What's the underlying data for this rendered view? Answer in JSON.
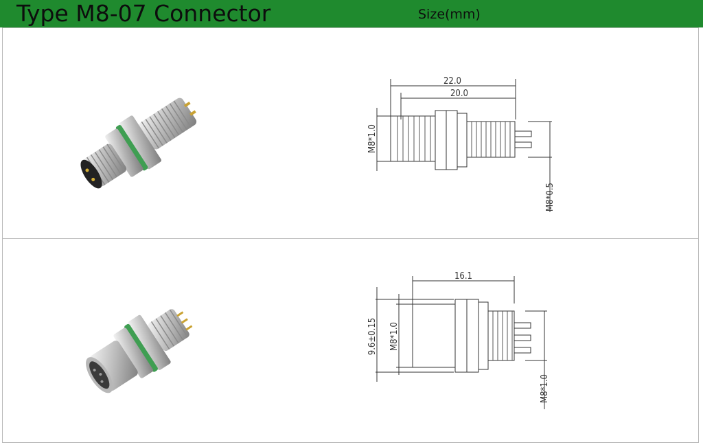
{
  "header": {
    "title": "Type M8-07 Connector",
    "size_label": "Size(mm)"
  },
  "colors": {
    "header_bg": "#1f8a2e",
    "seal_green": "#3f9e52",
    "metal": "#c7c7c7",
    "line": "#333333"
  },
  "male": {
    "photo_icon": "male-connector-photo",
    "dim_total_length": "22.0",
    "dim_thread_length": "20.0",
    "dim_front_thread": "M8*1.0",
    "dim_rear_thread": "M8*0.5"
  },
  "female": {
    "photo_icon": "female-connector-photo",
    "dim_length": "16.1",
    "dim_diameter": "9.6±0.15",
    "dim_front_thread": "M8*1.0",
    "dim_rear_thread": "M8*1.0"
  }
}
